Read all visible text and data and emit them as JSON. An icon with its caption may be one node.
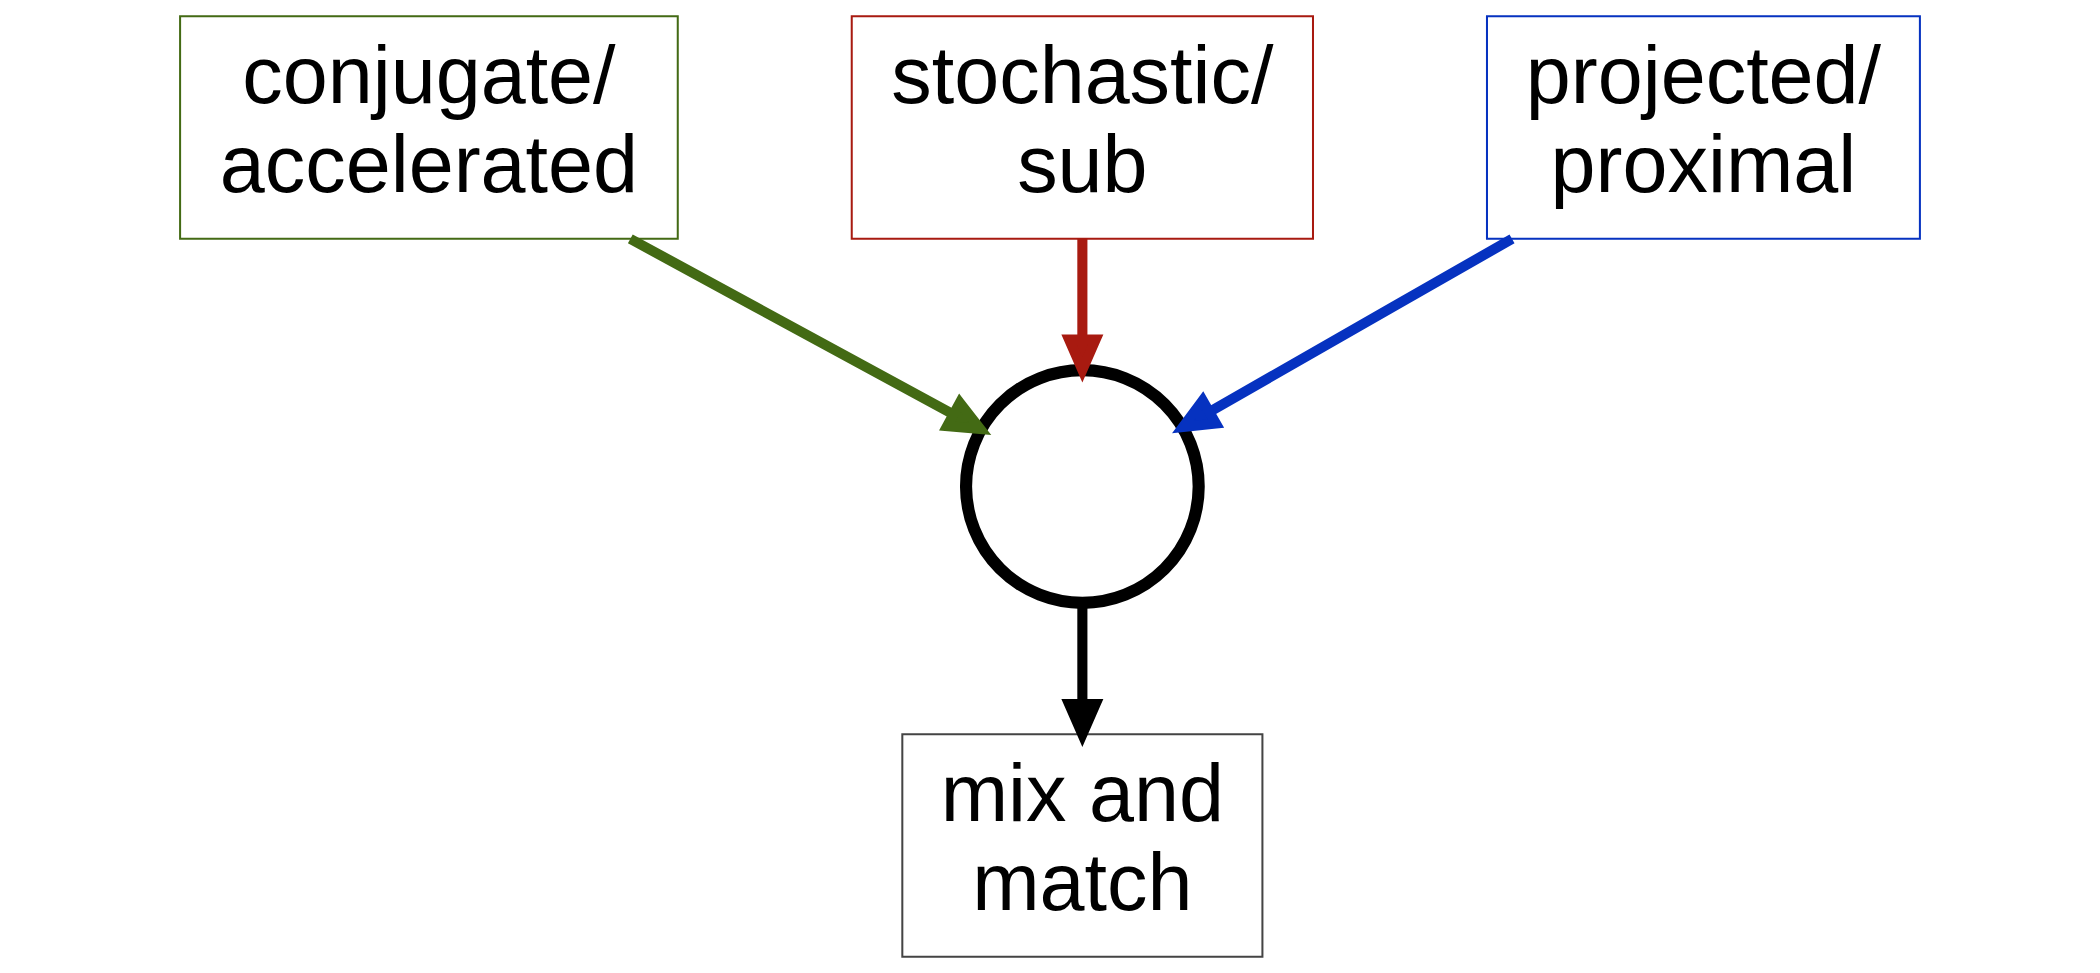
{
  "diagram": {
    "nodes": [
      {
        "text": [
          "conjugate/ accelerated"
        ]
      },
      {
        "text": [
          "stochastic/ sub"
        ]
      },
      {
        "text": [
          "projected/ proximal"
        ]
      },
      {
        "text": [],
        "shape": "circle"
      },
      {
        "text": [
          "mix and match"
        ]
      }
    ],
    "edges": [
      {
        "from": 0,
        "to": 3,
        "arrow": "to",
        "color": "#436a14"
      },
      {
        "from": 1,
        "to": 3,
        "arrow": "to",
        "color": "#a81a10"
      },
      {
        "from": 2,
        "to": 3,
        "arrow": "to",
        "color": "#0632c0"
      },
      {
        "from": 3,
        "to": 4,
        "arrow": "to",
        "color": "#000000"
      }
    ]
  }
}
